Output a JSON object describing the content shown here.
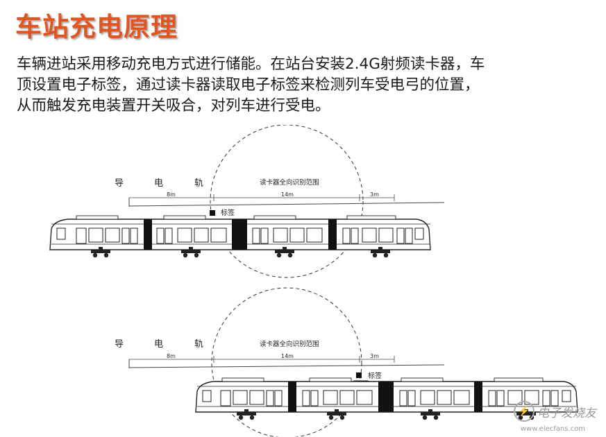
{
  "title": "车站充电原理",
  "paragraph": {
    "lines": [
      "车辆进站采用移动充电方式进行储能。在站台安装2.4G射频读卡器，车",
      "顶设置电子标签，通过读卡器读取电子标签来检测列车受电弓的位置，",
      "从而触发充电装置开关吸合，对列车进行受电。"
    ]
  },
  "diagram": {
    "rail_label": [
      "导",
      "电",
      "轨"
    ],
    "range_label": "读卡器全向识别范围",
    "dim_left": "8m",
    "dim_mid": "14m",
    "dim_right": "3m",
    "tag_label": "标签"
  },
  "watermark": {
    "text": "电子发烧友",
    "url": "www.elecfans.com"
  },
  "colors": {
    "title": "#e3541f",
    "text": "#1a1a1a",
    "drawing": "#222222"
  }
}
